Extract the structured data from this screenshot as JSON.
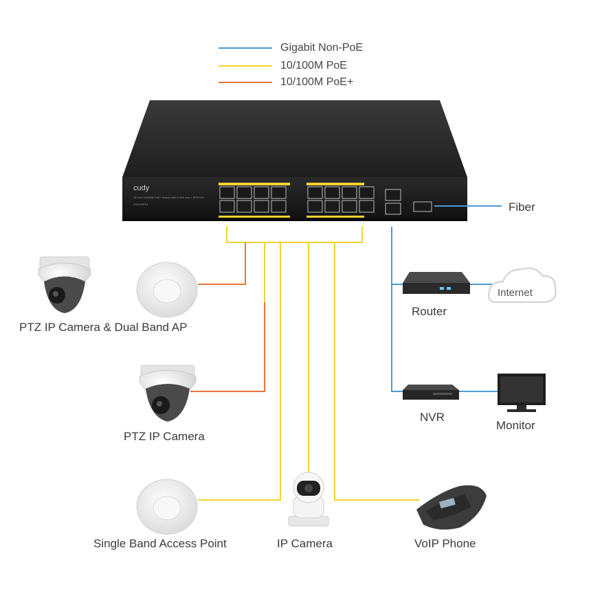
{
  "legend": [
    {
      "label": "Gigabit Non-PoE",
      "color": "#4a9ad8"
    },
    {
      "label": "10/100M PoE",
      "color": "#f2d230"
    },
    {
      "label": "10/100M PoE+",
      "color": "#e8743b"
    }
  ],
  "switch": {
    "brand": "cudy",
    "model_text": "16-Port 10/100M PoE+ Switch with 2 GbE and 1 SFP Port",
    "model_id": "FS1018PS1"
  },
  "labels": {
    "fiber": "Fiber",
    "internet": "Internet",
    "router": "Router",
    "nvr": "NVR",
    "monitor": "Monitor",
    "ptz_dual_ap": "PTZ IP Camera & Dual Band AP",
    "ptz_camera": "PTZ IP Camera",
    "single_ap": "Single Band Access Point",
    "ip_camera": "IP Camera",
    "voip_phone": "VoIP Phone"
  },
  "icons": [
    "switch-icon",
    "dome-camera-icon",
    "access-point-icon",
    "cube-camera-icon",
    "voip-phone-icon",
    "router-icon",
    "cloud-icon",
    "nvr-icon",
    "monitor-icon"
  ]
}
